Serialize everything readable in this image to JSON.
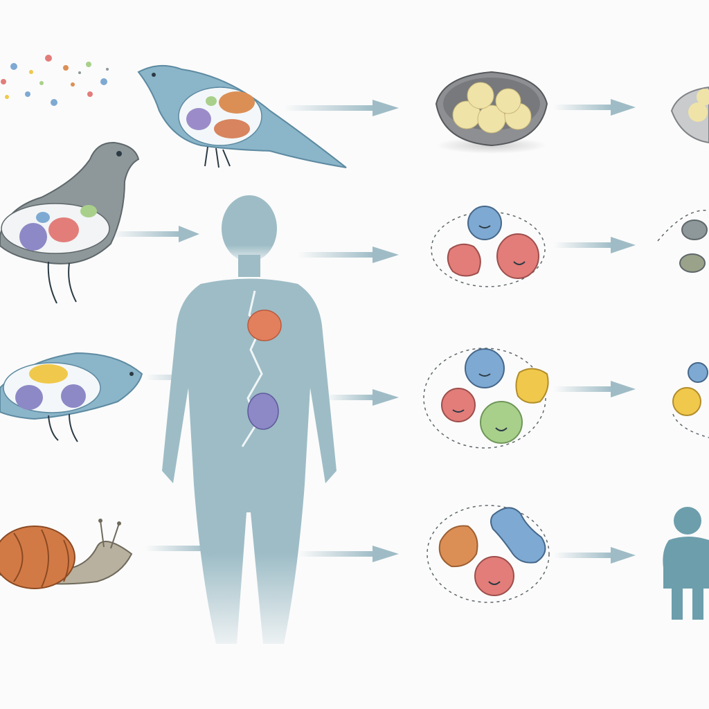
{
  "diagram": {
    "background": "#fbfbfb",
    "palette": {
      "arrow": "#9fbcc6",
      "human": "#9dbcc6",
      "human_figure_right": "#6d9eac",
      "animal_blue": "#8bb5c9",
      "animal_grey": "#8e979a",
      "bowl": "#8d8f92",
      "egg": "#f0e3a8",
      "microbe_blue": "#7ea9d2",
      "microbe_red": "#e27d7a",
      "microbe_yellow": "#f0c84b",
      "microbe_green": "#a9d08b",
      "microbe_orange": "#dc8f55",
      "snail_shell": "#d27a46"
    },
    "sources": [
      {
        "name": "particles-source"
      },
      {
        "name": "flying-bird-source"
      },
      {
        "name": "grey-bird-source"
      },
      {
        "name": "fish-source"
      },
      {
        "name": "snail-source"
      }
    ],
    "host": {
      "name": "human-body-silhouette",
      "organs": [
        "stomach-organ",
        "intestine-organ"
      ]
    },
    "outcomes": [
      {
        "name": "egg-bowl",
        "row": 1
      },
      {
        "name": "microbe-cluster-1",
        "row": 2
      },
      {
        "name": "microbe-cluster-2",
        "row": 3
      },
      {
        "name": "microbe-cluster-3",
        "row": 4
      }
    ],
    "final_outcomes": [
      {
        "name": "egg-bowl-partial",
        "row": 1
      },
      {
        "name": "microbe-cluster-partial-1",
        "row": 2
      },
      {
        "name": "microbe-cluster-partial-2",
        "row": 3
      },
      {
        "name": "child-figure",
        "row": 4
      }
    ]
  }
}
